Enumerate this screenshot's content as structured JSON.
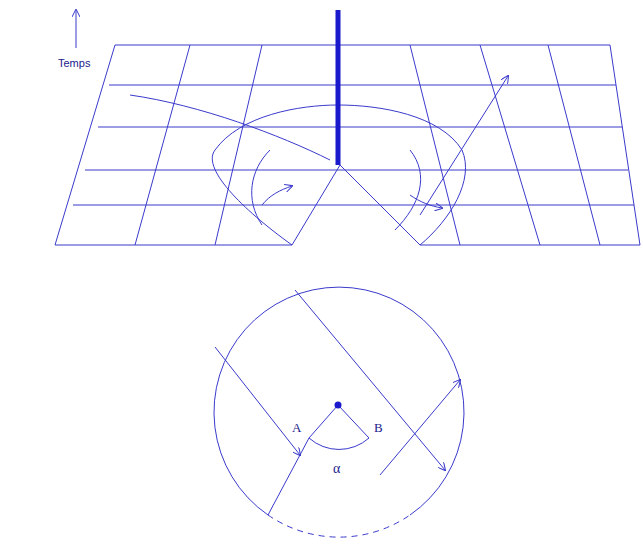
{
  "diagram": {
    "labels": [
      "Temps",
      "A",
      "B",
      "α"
    ]
  }
}
